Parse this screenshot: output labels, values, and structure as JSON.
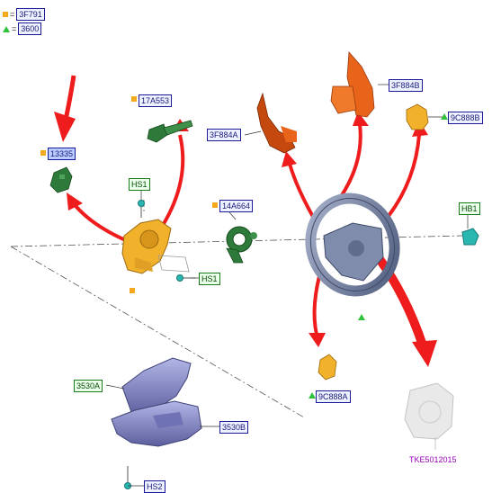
{
  "legend": {
    "service_kit_code": "3F791",
    "supplied_code": "3600",
    "square_color": "#f4a81c",
    "triangle_color": "#2fc23b"
  },
  "callouts": {
    "c13335": "13335",
    "c17A553": "17A553",
    "cHS1_top": "HS1",
    "c14A664": "14A664",
    "cHS1_bottom": "HS1",
    "c3F884A": "3F884A",
    "c3F884B": "3F884B",
    "c9C888B": "9C888B",
    "cHB1": "HB1",
    "c9C888A": "9C888A",
    "c3530A": "3530A",
    "c3530B": "3530B",
    "cHS2": "HS2"
  },
  "document_id": "TKE5012015",
  "colors": {
    "arrow_red": "#ee1c1c",
    "shroud_blue": "#8c8fcf",
    "wheel_gray": "#6f7d9e",
    "switch_green": "#2e7a3a",
    "clockspring_yellow": "#f2b12a",
    "paddle_orange": "#e8641a",
    "airbag_gray": "#d9d9d9",
    "doc_purple": "#9a00b8"
  }
}
